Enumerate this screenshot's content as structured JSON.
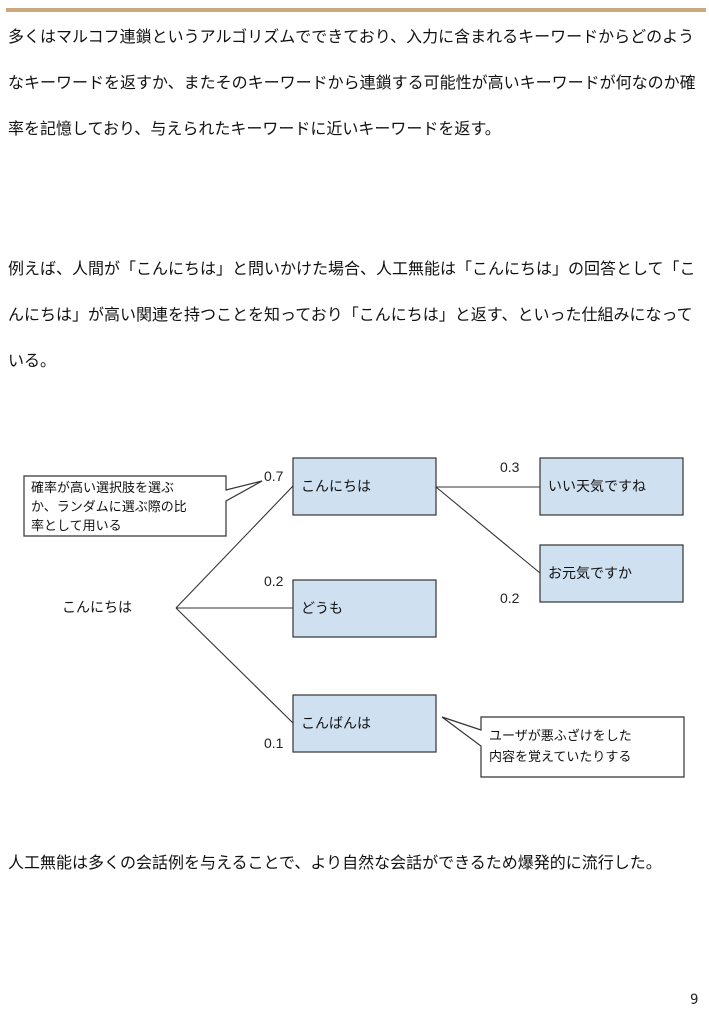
{
  "paragraphs": {
    "p1": "多くはマルコフ連鎖というアルゴリズムでできており、入力に含まれるキーワードからどのようなキーワードを返すか、またそのキーワードから連鎖する可能性が高いキーワードが何なのか確率を記憶しており、与えられたキーワードに近いキーワードを返す。",
    "p2": "例えば、人間が「こんにちは」と問いかけた場合、人工無能は「こんにちは」の回答として「こんにちは」が高い関連を持つことを知っており「こんにちは」と返す、といった仕組みになっている。",
    "p3": "人工無能は多くの会話例を与えることで、より自然な会話ができるため爆発的に流行した。"
  },
  "diagram": {
    "root": "こんにちは",
    "nodes": {
      "konnichiwa": "こんにちは",
      "doumo": "どうも",
      "konbanwa": "こんばんは",
      "iitenki": "いい天気ですね",
      "ogenki": "お元気ですか"
    },
    "probabilities": {
      "konnichiwa": "0.7",
      "doumo": "0.2",
      "konbanwa": "0.1",
      "iitenki": "0.3",
      "ogenki": "0.2"
    },
    "callouts": {
      "left": [
        "確率が高い選択肢を選ぶ",
        "か、ランダムに選ぶ際の比",
        "率として用いる"
      ],
      "right": [
        "ユーザが悪ふざけをした",
        "内容を覚えていたりする"
      ]
    }
  },
  "page_number": "9",
  "colors": {
    "rule": "#c8a97e",
    "node_fill": "#cfe0f1"
  }
}
